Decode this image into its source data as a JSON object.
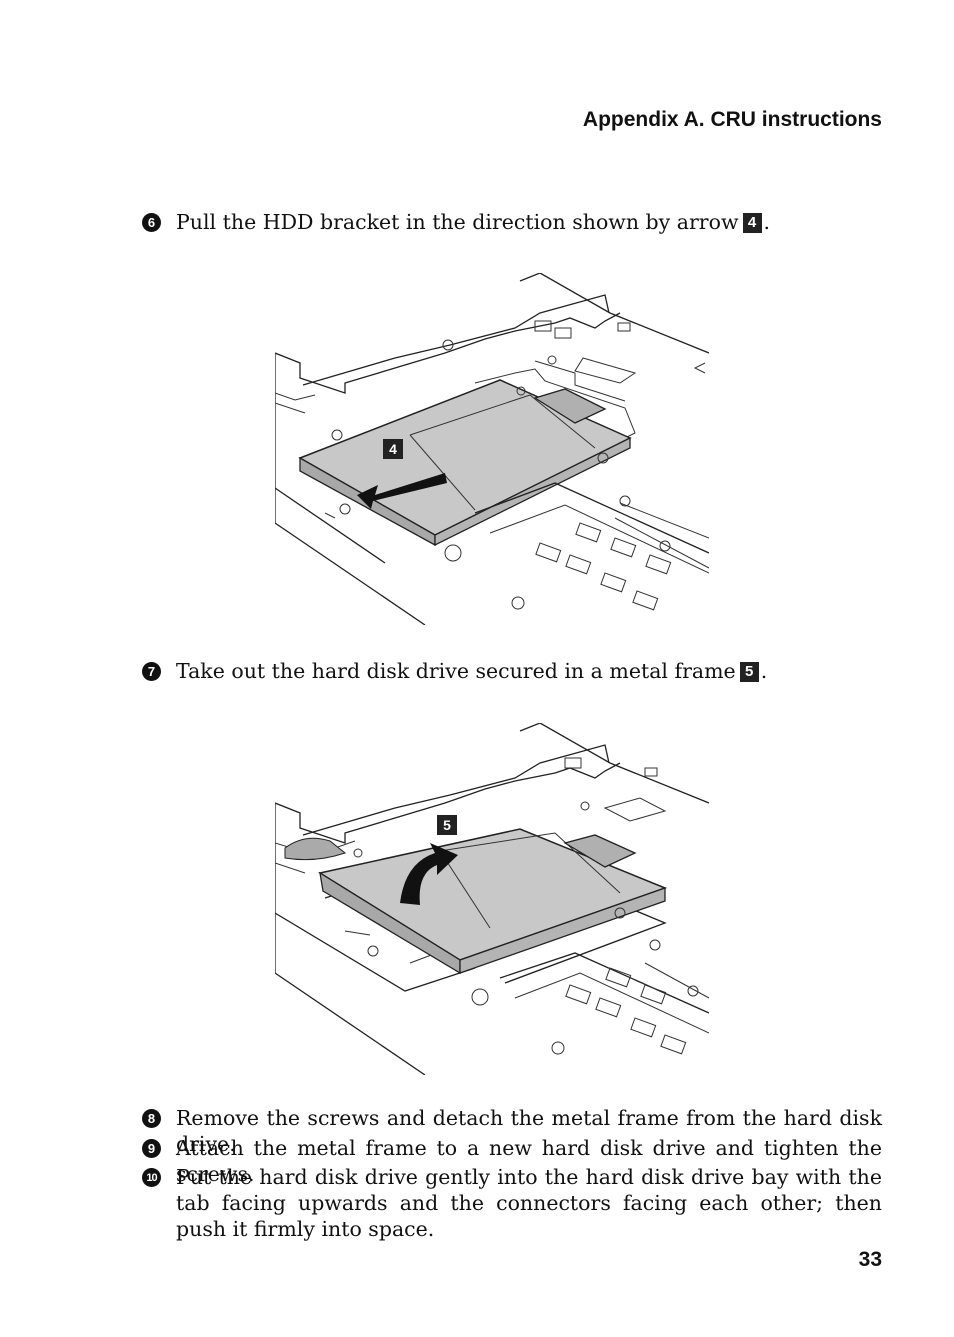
{
  "header": {
    "title": "Appendix A. CRU instructions"
  },
  "steps": [
    {
      "number": "6",
      "text": "Pull the HDD bracket in the direction shown by arrow",
      "tag": "4",
      "suffix": "."
    },
    {
      "number": "7",
      "text": "Take out the hard disk drive secured in a metal frame",
      "tag": "5",
      "suffix": "."
    },
    {
      "number": "8",
      "text": "Remove the screws and detach the metal frame from the hard disk drive."
    },
    {
      "number": "9",
      "text": "Attach the metal frame to a new hard disk drive and tighten the screws."
    },
    {
      "number": "10",
      "text": "Put the hard disk drive gently into the hard disk drive bay with the tab facing upwards and the connectors facing each other; then push it firmly into space."
    }
  ],
  "figures": [
    {
      "callout": "4"
    },
    {
      "callout": "5"
    }
  ],
  "page_number": "33"
}
